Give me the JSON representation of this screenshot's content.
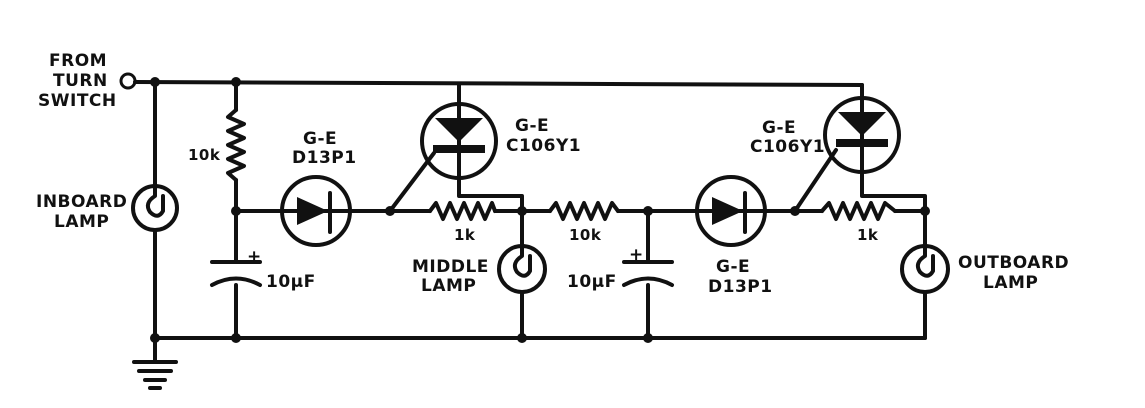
{
  "labels": {
    "input_line1": "FROM",
    "input_line2": "TURN",
    "input_line3": "SWITCH",
    "inboard_line1": "INBOARD",
    "inboard_line2": "LAMP",
    "middle_line1": "MIDDLE",
    "middle_line2": "LAMP",
    "outboard_line1": "OUTBOARD",
    "outboard_line2": "LAMP",
    "r1": "10k",
    "c1": "10µF",
    "c1_plus": "+",
    "diode1_line1": "G-E",
    "diode1_line2": "D13P1",
    "scr1_line1": "G-E",
    "scr1_line2": "C106Y1",
    "r2": "1k",
    "r3": "10k",
    "c2": "10µF",
    "c2_plus": "+",
    "diode2_line1": "G-E",
    "diode2_line2": "D13P1",
    "scr2_line1": "G-E",
    "scr2_line2": "C106Y1",
    "r4": "1k"
  }
}
